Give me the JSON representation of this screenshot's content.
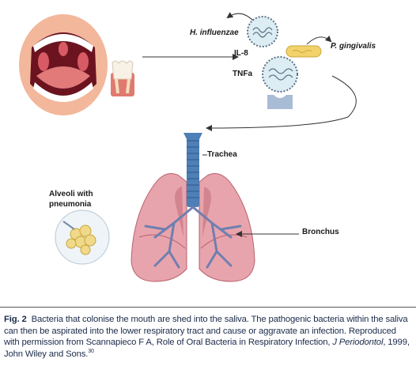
{
  "labels": {
    "h_influenzae": "H. influenzae",
    "il8": "IL-8",
    "tnfa": "TNFa",
    "p_gingivalis": "P. gingivalis",
    "trachea": "Trachea",
    "alveoli_line1": "Alveoli with",
    "alveoli_line2": "pneumonia",
    "bronchus": "Bronchus"
  },
  "caption": {
    "fig_label": "Fig. 2",
    "text_main": "Bacteria that colonise the mouth are shed into the saliva. The pathogenic bacteria within the saliva can then be aspirated into the lower respiratory tract and cause or aggravate an infection. Reproduced with permission from Scannapieco F A, Role of Oral Bacteria in Respiratory Infection, ",
    "journal": "J Periodontol",
    "text_tail": ", 1999, John Wiley and Sons.",
    "ref_num": "30"
  },
  "colors": {
    "lung": "#e8a4ac",
    "lung_shadow": "#c97882",
    "lung_outline": "#b8616c",
    "trachea": "#4e7fb6",
    "bronchi": "#6f7fb0",
    "mouth_skin": "#f3b79b",
    "mouth_inner": "#6b1420",
    "tongue": "#e27a7a",
    "bacteria_ring": "#5b6f86",
    "bacteria_fill": "#cfe6f0",
    "capsule": "#f2d36b",
    "receptor": "#a9bcd6",
    "caption_text": "#1c2b4a"
  },
  "icons": [
    "mouth-icon",
    "tooth-icon",
    "bacterium-icon",
    "capsule-bacterium-icon",
    "receptor-icon",
    "lungs-icon",
    "alveoli-icon"
  ]
}
